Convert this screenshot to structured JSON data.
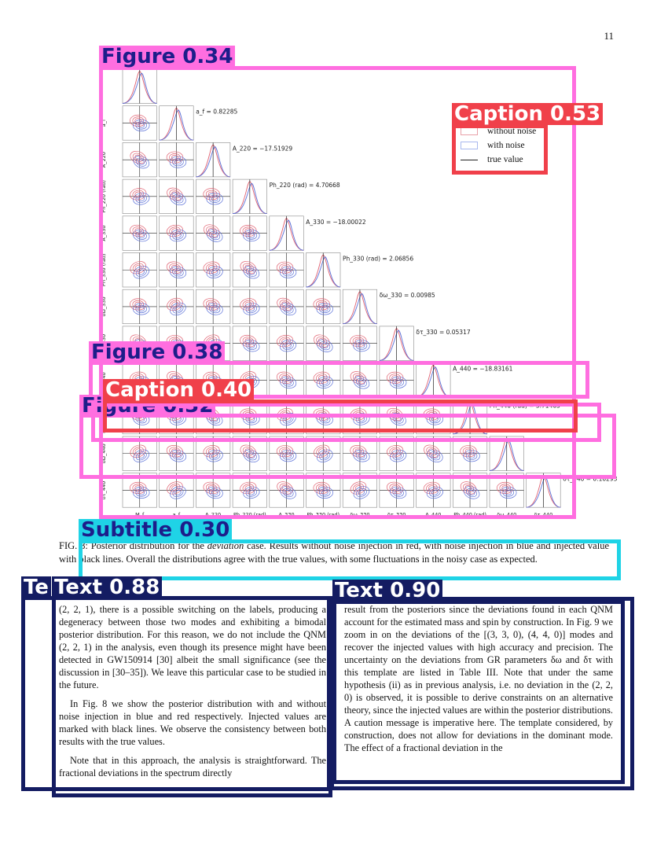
{
  "page_number": "11",
  "figure": {
    "legend": [
      "without noise",
      "with noise",
      "true value"
    ],
    "params": [
      "M_f",
      "a_f",
      "A_220",
      "Ph_220 (rad)",
      "A_330",
      "Ph_330 (rad)",
      "δω_330",
      "δτ_330",
      "A_440",
      "Ph_440 (rad)",
      "δω_440",
      "δτ_440"
    ],
    "diag_labels": [
      "a_f = 0.82285",
      "A_220 = −17.51929",
      "Ph_220 (rad) = 4.70668",
      "A_330 = −18.00022",
      "Ph_330 (rad) = 2.06856",
      "δω_330 = 0.00985",
      "δτ_330 = 0.05317",
      "A_440 = −18.83161",
      "Ph_440 (rad) = 5.71465",
      "",
      "δτ_440 = 0.10293"
    ],
    "colors": {
      "without_noise": "#e06070",
      "with_noise": "#5a70d8",
      "true": "#222222"
    }
  },
  "caption": {
    "prefix": "FIG. 8: Posterior distribution for the ",
    "emph": "deviation",
    "suffix": " case. Results without noise injection in red, with noise injection in blue and injected value with black lines. Overall the distributions agree with the true values, with some fluctuations in the noisy case as expected."
  },
  "left_column": [
    "(2, 2, 1), there is a possible switching on the labels, producing a degeneracy between those two modes and exhibiting a bimodal posterior distribution. For this reason, we do not include the QNM (2, 2, 1) in the analysis, even though its presence might have been detected in GW150914 [30] albeit the small significance (see the discussion in [30–35]). We leave this particular case to be studied in the future.",
    "In Fig. 8 we show the posterior distribution with and without noise injection in blue and red respectively. Injected values are marked with black lines. We observe the consistency between both results with the true values.",
    "Note that in this approach, the analysis is straightforward. The fractional deviations in the spectrum directly"
  ],
  "right_column": [
    "result from the posteriors since the deviations found in each QNM account for the estimated mass and spin by construction. In Fig. 9 we zoom in on the deviations of the [(3, 3, 0), (4, 4, 0)] modes and recover the injected values with high accuracy and precision. The uncertainty on the deviations from GR parameters δω and δτ with this template are listed in Table III. Note that under the same hypothesis (ii) as in previous analysis, i.e. no deviation in the (2, 2, 0) is observed, it is possible to derive constraints on an alternative theory, since the injected values are within the posterior distributions. A caution message is imperative here. The template considered, by construction, does not allow for deviations in the dominant mode. The effect of a fractional deviation in the"
  ],
  "detections": [
    {
      "label": "Figure 0.34"
    },
    {
      "label": "Caption 0.53"
    },
    {
      "label": "Figure 0.38"
    },
    {
      "label": "Caption 0.40"
    },
    {
      "label": "Figure 0.32"
    },
    {
      "label": "Subtitle 0.30"
    },
    {
      "label": "Text 0.88"
    },
    {
      "label": "Text 0.90"
    }
  ]
}
